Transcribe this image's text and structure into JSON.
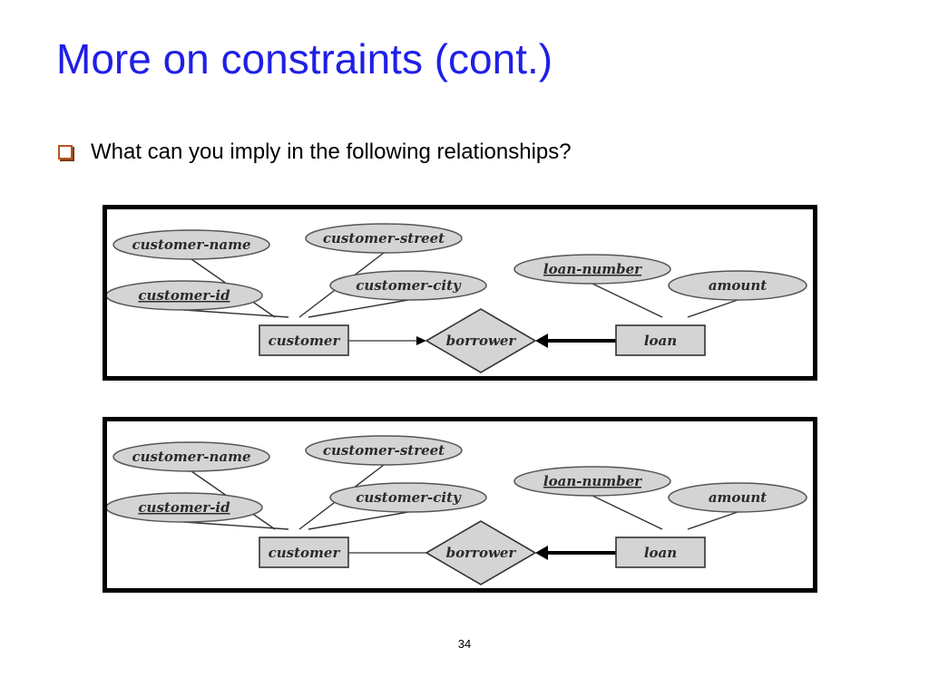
{
  "slide": {
    "title": "More on constraints (cont.)",
    "bullet": "What can you imply in the following relationships?",
    "page_number": "34"
  },
  "diagrams": [
    {
      "attributes": {
        "customer_name": "customer-name",
        "customer_street": "customer-street",
        "customer_id": "customer-id",
        "customer_city": "customer-city",
        "loan_number": "loan-number",
        "amount": "amount"
      },
      "entities": {
        "customer": "customer",
        "loan": "loan"
      },
      "relationship": "borrower",
      "customer_borrower_arrow": true,
      "loan_borrower_arrow": true,
      "loan_total_participation": true
    },
    {
      "attributes": {
        "customer_name": "customer-name",
        "customer_street": "customer-street",
        "customer_id": "customer-id",
        "customer_city": "customer-city",
        "loan_number": "loan-number",
        "amount": "amount"
      },
      "entities": {
        "customer": "customer",
        "loan": "loan"
      },
      "relationship": "borrower",
      "customer_borrower_arrow": false,
      "loan_borrower_arrow": true,
      "loan_total_participation": true
    }
  ],
  "colors": {
    "title": "#1f1fe6",
    "shape_fill": "#d4d4d4",
    "stroke": "#555555"
  }
}
